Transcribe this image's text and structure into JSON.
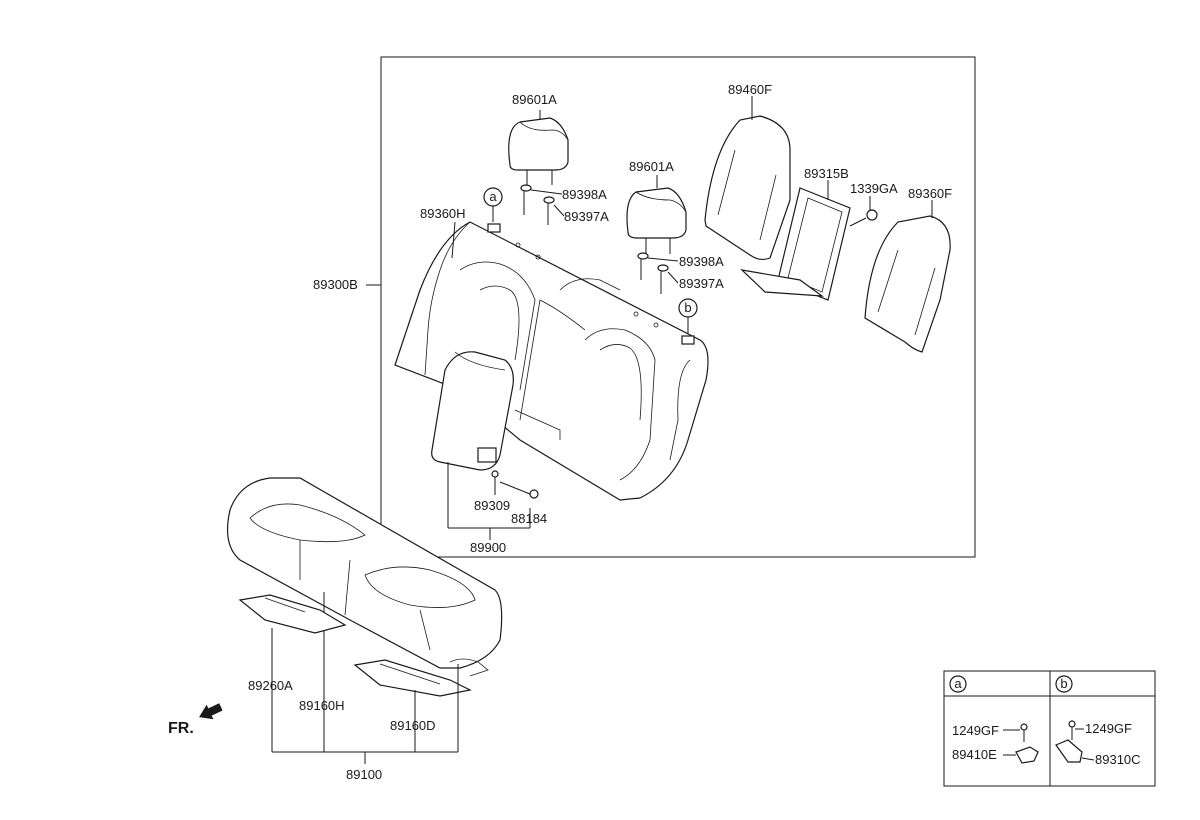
{
  "parts": {
    "p89601A_1": "89601A",
    "p89398A_1": "89398A",
    "p89397A_1": "89397A",
    "p89601A_2": "89601A",
    "p89398A_2": "89398A",
    "p89397A_2": "89397A",
    "p89460F": "89460F",
    "p89315B": "89315B",
    "p1339GA": "1339GA",
    "p89360F": "89360F",
    "p89360H": "89360H",
    "p89300B": "89300B",
    "p89309": "89309",
    "p88184": "88184",
    "p89900": "89900",
    "p89260A": "89260A",
    "p89160H": "89160H",
    "p89160D": "89160D",
    "p89100": "89100"
  },
  "callouts": {
    "a": "a",
    "b": "b"
  },
  "direction_label": "FR.",
  "legend": {
    "a_header": "a",
    "b_header": "b",
    "a_items": [
      "1249GF",
      "89410E"
    ],
    "b_items": [
      "1249GF",
      "89310C"
    ]
  }
}
